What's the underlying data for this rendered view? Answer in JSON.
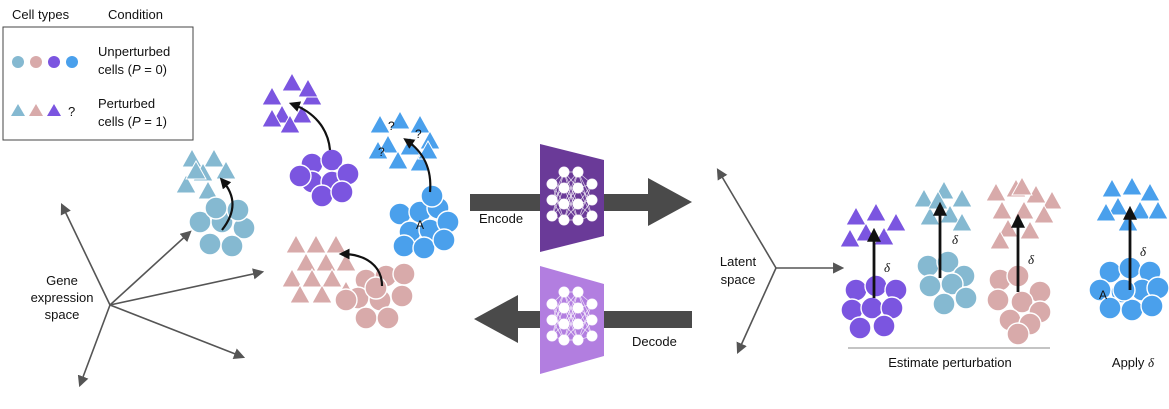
{
  "legend": {
    "header_cell_types": "Cell types",
    "header_condition": "Condition",
    "unperturbed_line1": "Unperturbed",
    "unperturbed_line2_pre": "cells (",
    "unperturbed_line2_var": "P",
    "unperturbed_line2_post": " = 0)",
    "perturbed_line1": "Perturbed",
    "perturbed_line2_pre": "cells (",
    "perturbed_line2_var": "P",
    "perturbed_line2_post": " = 1)",
    "unknown_mark": "?"
  },
  "gene_space": {
    "line1": "Gene",
    "line2": "expression",
    "line3": "space"
  },
  "clusters": {
    "unknown_mark": "?",
    "cell_label_a": "A"
  },
  "model": {
    "encode_label": "Encode",
    "decode_label": "Decode"
  },
  "latent": {
    "line1": "Latent",
    "line2": "space",
    "delta": "δ",
    "cell_label_a": "A",
    "estimate_label": "Estimate perturbation",
    "apply_label_pre": "Apply ",
    "apply_label_delta": "δ"
  },
  "colors": {
    "teal": "#85b9d1",
    "pink": "#d8aaaa",
    "purple": "#7b55e0",
    "blue": "#4aa0ec",
    "encoder": "#6a3a98",
    "decoder": "#b27ee0",
    "arrow_gray": "#4a4a4a"
  }
}
